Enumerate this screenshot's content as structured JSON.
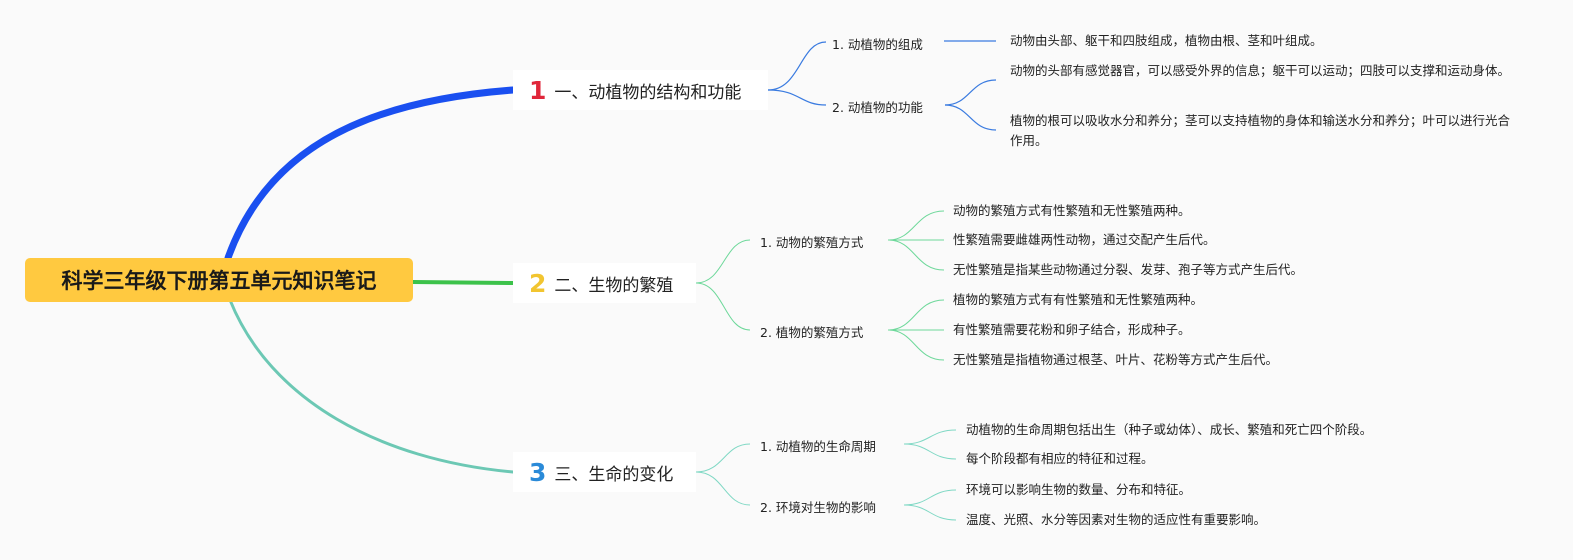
{
  "root": {
    "title": "科学三年级下册第五单元知识笔记"
  },
  "colors": {
    "root_bg": "#ffc940",
    "branch1": "#1a4ff0",
    "branch2": "#3cc24a",
    "branch3": "#6cc8b4",
    "badge1": "#e0263a",
    "badge2": "#f2c530",
    "badge3": "#2a8ad8",
    "sub1": "#3a7be0",
    "sub2": "#6dd89a",
    "sub3": "#7fd8c4"
  },
  "branches": [
    {
      "num": "1",
      "title": "一、动植物的结构和功能",
      "subs": [
        {
          "label": "1. 动植物的组成",
          "leaves": [
            "动物由头部、躯干和四肢组成，植物由根、茎和叶组成。"
          ]
        },
        {
          "label": "2. 动植物的功能",
          "leaves": [
            "动物的头部有感觉器官，可以感受外界的信息；躯干可以运动；四肢可以支撑和运动身体。",
            "植物的根可以吸收水分和养分；茎可以支持植物的身体和输送水分和养分；叶可以进行光合作用。"
          ]
        }
      ]
    },
    {
      "num": "2",
      "title": "二、生物的繁殖",
      "subs": [
        {
          "label": "1. 动物的繁殖方式",
          "leaves": [
            "动物的繁殖方式有性繁殖和无性繁殖两种。",
            "性繁殖需要雌雄两性动物，通过交配产生后代。",
            "无性繁殖是指某些动物通过分裂、发芽、孢子等方式产生后代。"
          ]
        },
        {
          "label": "2. 植物的繁殖方式",
          "leaves": [
            "植物的繁殖方式有有性繁殖和无性繁殖两种。",
            "有性繁殖需要花粉和卵子结合，形成种子。",
            "无性繁殖是指植物通过根茎、叶片、花粉等方式产生后代。"
          ]
        }
      ]
    },
    {
      "num": "3",
      "title": "三、生命的变化",
      "subs": [
        {
          "label": "1. 动植物的生命周期",
          "leaves": [
            "动植物的生命周期包括出生（种子或幼体）、成长、繁殖和死亡四个阶段。",
            "每个阶段都有相应的特征和过程。"
          ]
        },
        {
          "label": "2. 环境对生物的影响",
          "leaves": [
            "环境可以影响生物的数量、分布和特征。",
            "温度、光照、水分等因素对生物的适应性有重要影响。"
          ]
        }
      ]
    }
  ]
}
